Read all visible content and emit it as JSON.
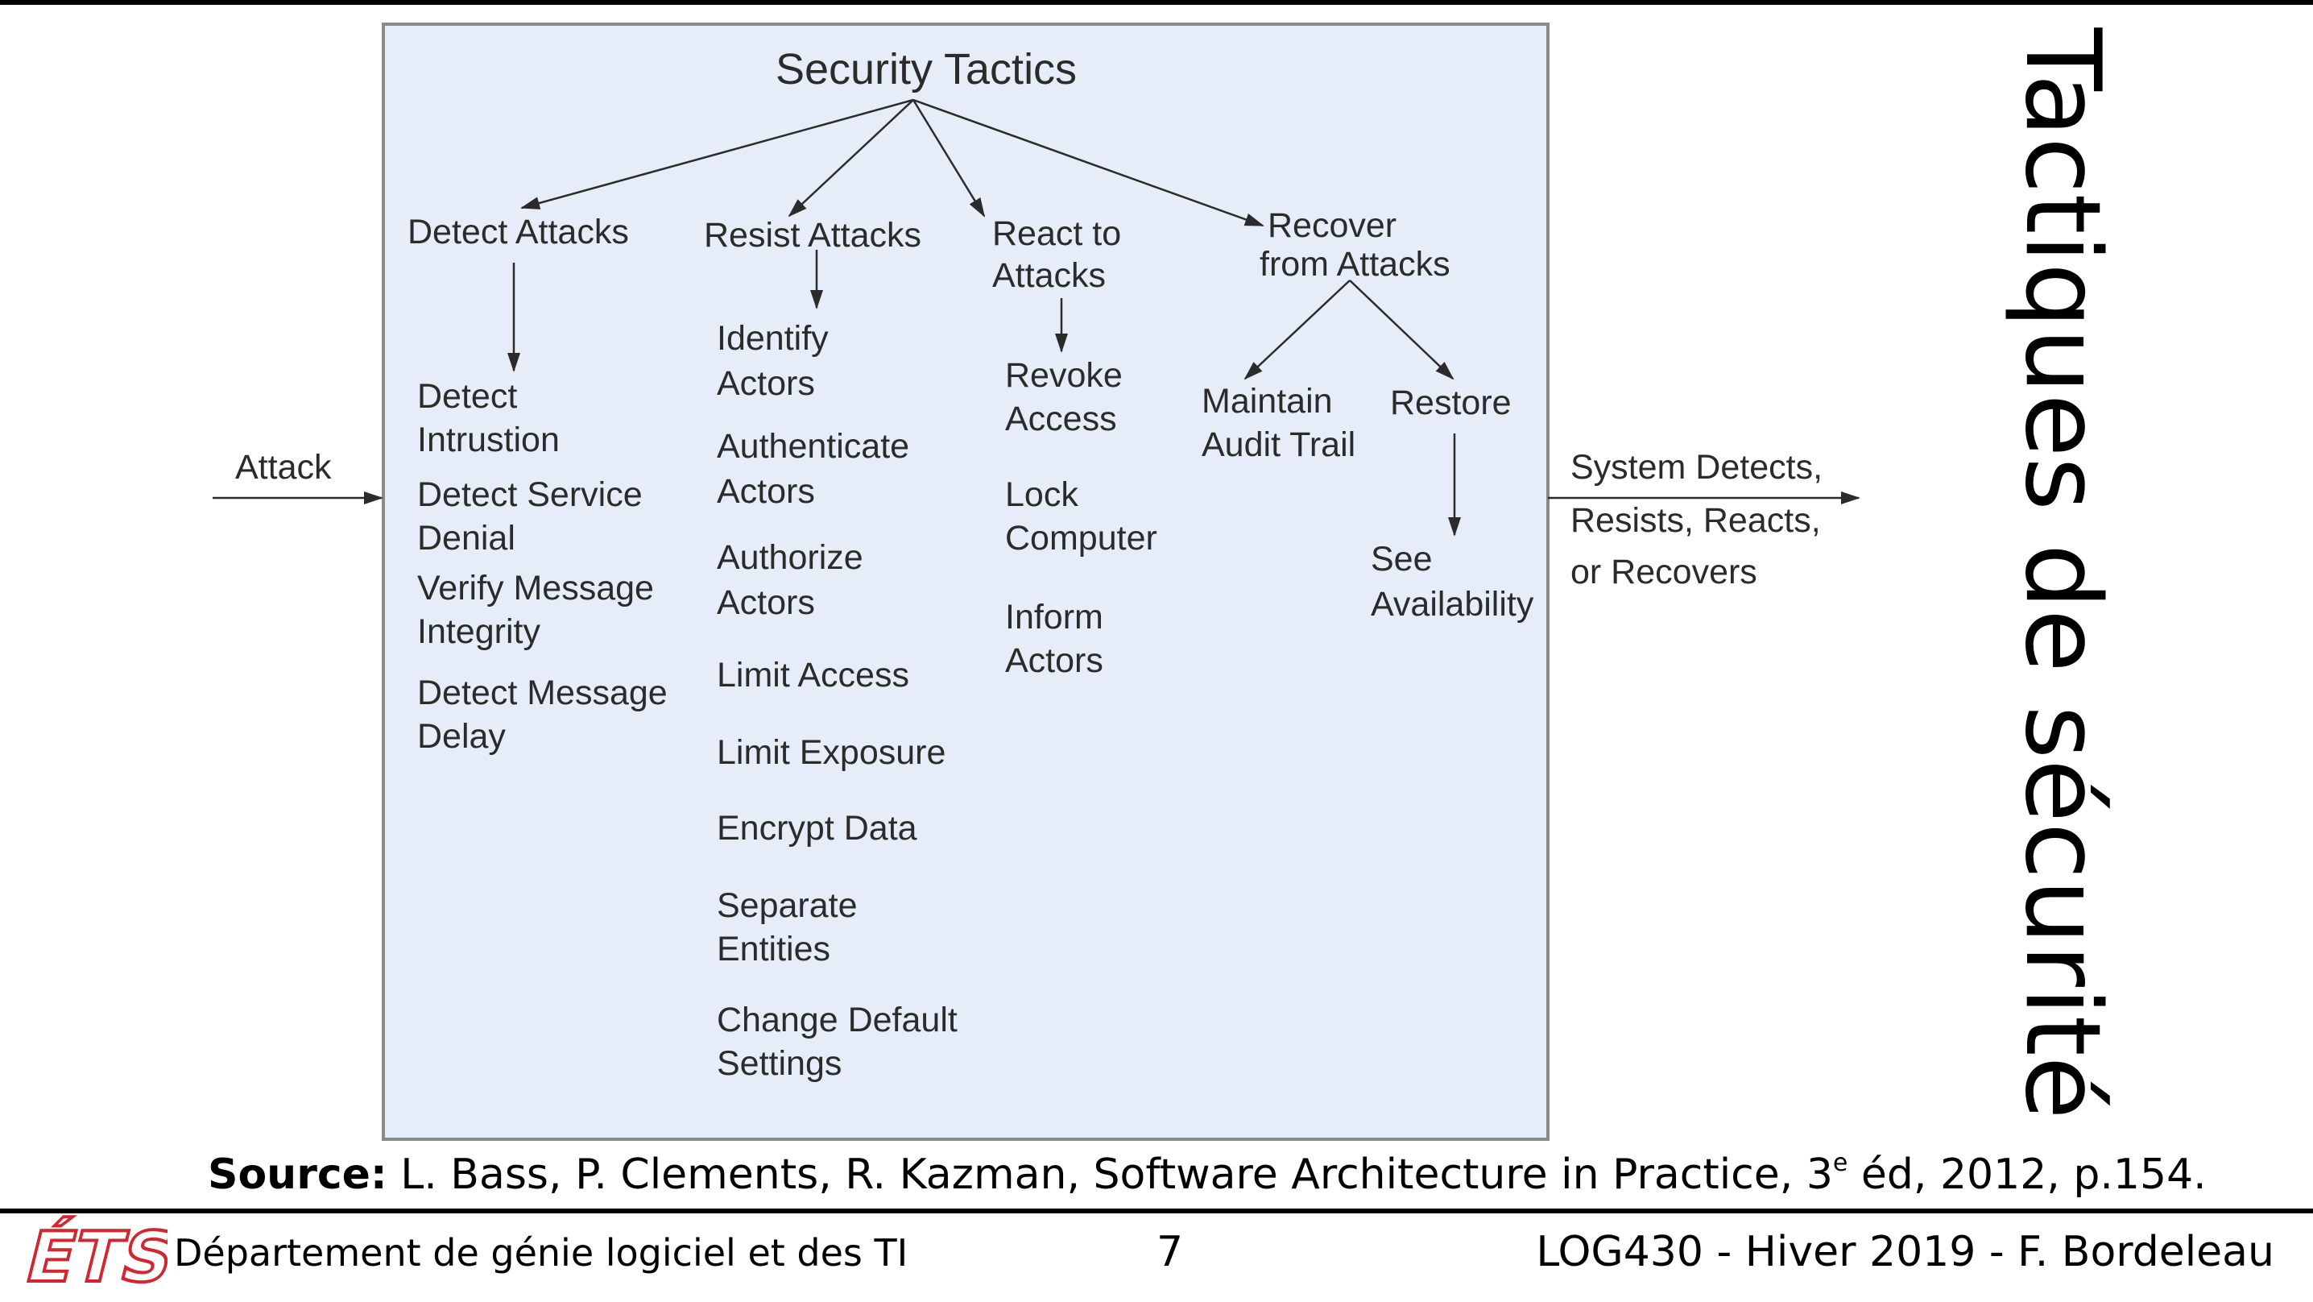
{
  "slide": {
    "title": "Tactiques de sécurité",
    "source_label": "Source:",
    "source_text": "L. Bass, P. Clements, R. Kazman, Software Architecture in Practice, 3",
    "source_sup": "e",
    "source_tail": "éd, 2012, p.154.",
    "page_number": "7",
    "department": "Département de génie logiciel et des TI",
    "course": "LOG430 - Hiver 2019 - F. Bordeleau",
    "logo_text": "ÉTS"
  },
  "diagram": {
    "title": "Security Tactics",
    "input_label": "Attack",
    "output_lines": [
      "System Detects,",
      "Resists, Reacts,",
      "or Recovers"
    ],
    "detect": {
      "header": "Detect Attacks",
      "items": [
        [
          "Detect",
          "Intrustion"
        ],
        [
          "Detect Service",
          "Denial"
        ],
        [
          "Verify Message",
          "Integrity"
        ],
        [
          "Detect Message",
          "Delay"
        ]
      ]
    },
    "resist": {
      "header": "Resist Attacks",
      "items": [
        [
          "Identify",
          "Actors"
        ],
        [
          "Authenticate",
          "Actors"
        ],
        [
          "Authorize",
          "Actors"
        ],
        [
          "Limit Access"
        ],
        [
          "Limit Exposure"
        ],
        [
          "Encrypt Data"
        ],
        [
          "Separate",
          "Entities"
        ],
        [
          "Change Default",
          "Settings"
        ]
      ]
    },
    "react": {
      "header": [
        "React to",
        "Attacks"
      ],
      "items": [
        [
          "Revoke",
          "Access"
        ],
        [
          "Lock",
          "Computer"
        ],
        [
          "Inform",
          "Actors"
        ]
      ]
    },
    "recover": {
      "header": [
        "Recover",
        "from Attacks"
      ],
      "children": [
        {
          "label": [
            "Maintain",
            "Audit Trail"
          ]
        },
        {
          "label": [
            "Restore"
          ],
          "items": [
            [
              "See",
              "Availability"
            ]
          ]
        }
      ]
    }
  },
  "colors": {
    "diagram_bg": "#e6edf8",
    "diagram_border": "#8a8a8a",
    "diagram_text": "#2b2b2b",
    "logo_red": "#d22630"
  }
}
